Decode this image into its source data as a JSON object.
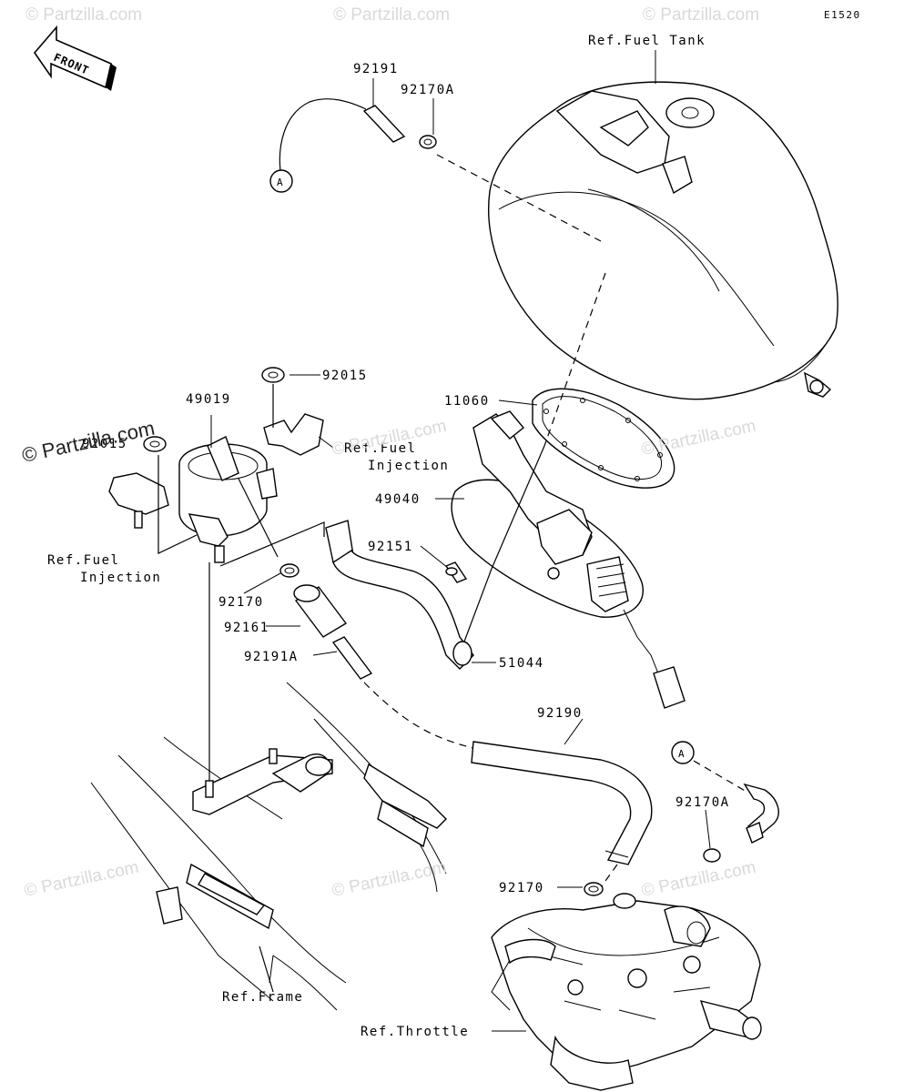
{
  "diagram_code": "E1520",
  "front_label": "FRONT",
  "watermarks": {
    "light": "© Partzilla.com",
    "dark": "© Partzilla.com"
  },
  "callouts": {
    "p92191": "92191",
    "p92170A_top": "92170A",
    "ref_fuel_tank": "Ref.Fuel Tank",
    "p92015": "92015",
    "p11060": "11060",
    "p49019": "49019",
    "p92015_left": "92015",
    "ref_fuel_injection_1_line1": "Ref.Fuel",
    "ref_fuel_injection_1_line2": "Injection",
    "ref_fuel_injection_2_line1": "Ref.Fuel",
    "ref_fuel_injection_2_line2": "Injection",
    "p49040": "49040",
    "p92151": "92151",
    "p92170_mid": "92170",
    "p92161": "92161",
    "p92191A": "92191A",
    "p51044": "51044",
    "p92190": "92190",
    "p92170A_right": "92170A",
    "p92170_bottom": "92170",
    "ref_frame": "Ref.Frame",
    "ref_throttle": "Ref.Throttle",
    "marker_a": "A"
  }
}
